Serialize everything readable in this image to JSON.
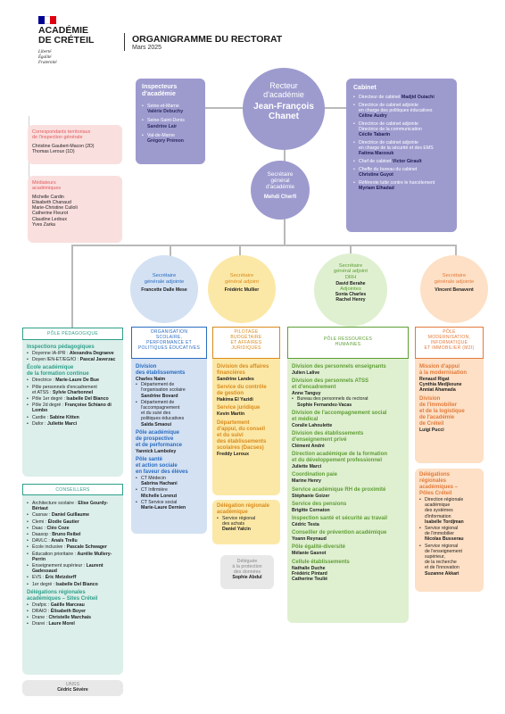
{
  "header": {
    "brand": "ACADÉMIE\nDE CRÉTEIL",
    "motto": "Liberté\nÉgalité\nFraternité",
    "title": "ORGANIGRAMME DU RECTORAT",
    "date": "Mars 2025"
  },
  "colors": {
    "purple": "#9d9bce",
    "blue": "#d3e1f3",
    "yellow": "#fce8a6",
    "green": "#dff0d0",
    "orange": "#fde0c5",
    "pink": "#fadfdf",
    "teal": "#dcefea"
  },
  "recteur": {
    "role": "Recteur\nd'académie",
    "name": "Jean-François\nChanet"
  },
  "sg": {
    "role": "Secrétaire\ngénéral\nd'académie",
    "name": "Mehdi Cherfi"
  },
  "inspecteurs": {
    "title": "Inspecteurs\nd'académie",
    "items": [
      {
        "l": "Seine-et-Marne",
        "n": "Valérie Debuchy"
      },
      {
        "l": "Seine-Saint-Denis",
        "n": "Sandrine Lair"
      },
      {
        "l": "Val-de-Marne",
        "n": "Grégory Prémon"
      }
    ]
  },
  "cabinet": {
    "title": "Cabinet",
    "items": [
      "Directeur de cabinet  |Madjid Ouiachi",
      "Directrice de cabinet adjointe\nen charge des politiques éducatives\n|Céline Audry",
      "Directrice de cabinet adjointe\nDirectrice de la communication\n|Cécile Tabarin",
      "Directrice de cabinet adjointe\nen charge de la sécurité et des EMS\n|Fatima Marzouk",
      "Chef de cabinet  |Victor Girault",
      "Cheffe du bureau du cabinet\n|Christine Guyot",
      "Référente lutte contre le harcèlement\n|Myriam Elhadad"
    ]
  },
  "correspondants": {
    "title": "Correspondants territoriaux\nde l'inspection générale",
    "lines": [
      "Christine Gaubert-Macon (2D)",
      "Thomas Leroux (1D)"
    ]
  },
  "mediateurs": {
    "title": "Médiateurs\nacadémiques",
    "lines": [
      "Michelle Cardin",
      "Elisabeth Chanaud",
      "Marie-Christine Culioli",
      "Catherine Fleurot",
      "Claudine Ledoux",
      "Yves Zarka"
    ]
  },
  "sga": [
    {
      "role": "Secrétaire\ngénérale adjointe",
      "name": "Francette Dalle Mese"
    },
    {
      "role": "Secrétaire\ngénéral adjoint",
      "name": "Frédéric Mullier"
    },
    {
      "role": "Secrétaire\ngénéral adjoint\nDRH",
      "name": "David Berahe",
      "role2": "Adjointes",
      "name2": "Sonia Charles\nRachel Henry"
    },
    {
      "role": "Secrétaire\ngénérale adjointe",
      "name": "Vincent Benavent"
    }
  ],
  "poles": {
    "peda": "PÔLE PÉDAGOGIQUE",
    "orga": "ORGANISATION\nSCOLAIRE,\nPERFORMANCE ET\nPOLITIQUES ÉDUCATIVES",
    "pilot": "PILOTAGE\nBUDGÉTAIRE\nET AFFAIRES\nJURIDIQUES",
    "rh": "PÔLE RESSOURCES\nHUMAINES",
    "modern": "PÔLE\nMODERNISATION,\nINFORMATIQUE\nET IMMOBILIER (M2I)",
    "conseillers": "CONSEILLERS"
  },
  "peda_content": {
    "h1": "Inspections pédagogiques",
    "l1": [
      "Doyenne IA-IPR :\nAlexandra Degraeve",
      "Doyen IEN-ET/EG/IO :\nPascal Javerzac"
    ],
    "h2": "École académique\nde la formation continue",
    "l2": [
      "Directrice : Marie-Laure De Bue",
      "Pôle personnels d'encadrement\net ATSS : Sylvie Charbonnel",
      "Pôle 1er degré : Isabelle Del Bianco",
      "Pôle 2d degré :\nFrançoise Schiano di Lombo",
      "Cardie : Sabine Kitten",
      "Dafor : Juliette Marci"
    ]
  },
  "conseillers_content": {
    "l": [
      "Architecture scolaire :\nElise Gourdy-Bériaut",
      "Casnav : Daniel Guillaume",
      "Clemi : Élodie Gautier",
      "Daac : Cléo Coze",
      "Daasop : Bruno Reibel",
      "DAVLC : Anaïs Trellu",
      "École inclusive : Pascale Schwager",
      "Éducation prioritaire :\nAurélie Mullery-Perrin",
      "Enseignement supérieur :\nLaurent Gadessaud",
      "EVS : Éric Metzdorff",
      "1er degré : Isabelle Del Bianco"
    ],
    "h": "Délégations régionales\nacadémiques – Sites Créteil",
    "l2": [
      "Drafpic : Gaëlle Marceau",
      "DRAIO : Élisabeth Boyer",
      "Drane : Christelle Marchais",
      "Drarei : Laure Morel"
    ]
  },
  "unss": {
    "t": "UNSS",
    "n": "Cédric Sévère"
  },
  "orga_content": [
    {
      "h": "Division\ndes établissements",
      "n": "Charles Naim",
      "l": [
        "Département de\nl'organisation scolaire\nSandrine Bovard",
        "Département de\nl'accompagnement\net du suivi des\npolitiques éducatives\nSaïda Smaoui"
      ]
    },
    {
      "h": "Pôle académique\nde prospective\net de performance",
      "n": "Yannick Lamboley"
    },
    {
      "h": "Pôle santé\net action sociale\nen faveur des élèves",
      "l": [
        "CT Médecin\nSabrina Hachani",
        "CT Infirmière\nMichelle Lorenzi",
        "CT Service social\nMarie-Laure Dernien"
      ]
    }
  ],
  "pilot_content": [
    {
      "h": "Division des affaires\nfinancières",
      "n": "Sandrine Landes"
    },
    {
      "h": "Service du contrôle\nde gestion",
      "n": "Hakima El Yazidi"
    },
    {
      "h": "Service juridique",
      "n": "Kevin Martin"
    },
    {
      "h": "Département\nd'appui, du conseil\net du suivi\ndes établissements\nscolaires (Dacses)",
      "n": "Freddy Leroux"
    }
  ],
  "pilot_deleg": {
    "h": "Délégation régionale\nacadémique",
    "l": [
      "Service régional\ndes achats\nDaniel Yalcin"
    ]
  },
  "protection": {
    "t": "Déléguée\nà la protection\ndes données",
    "n": "Sophie Abdul"
  },
  "rh_content": [
    {
      "h": "Division des personnels enseignants",
      "n": "Julien Lalive"
    },
    {
      "h": "Division des personnels ATSS\net d'encadrement",
      "n": "Anne Tanguy",
      "l": [
        "Bureau des personnels du rectorat\nSophie Fernandez-Vacas"
      ]
    },
    {
      "h": "Division de l'accompagnement social\net médical",
      "n": "Coralie Lahoulette"
    },
    {
      "h": "Division des établissements\nd'enseignement privé",
      "n": "Clément André"
    },
    {
      "h": "Direction académique de la formation\net du développement professionnel",
      "n": "Juliette Marci"
    },
    {
      "h": "Coordination paie",
      "n": "Marine Henry"
    },
    {
      "h": "Service académique RH de proximité",
      "n": "Stéphanie Goizer"
    },
    {
      "h": "Service des pensions",
      "n": "Brigitte Cornaton"
    },
    {
      "h": "Inspection santé et sécurité au travail",
      "n": "Cédric Testa"
    },
    {
      "h": "Conseiller de prévention académique",
      "n": "Yoann Reynaud"
    },
    {
      "h": "Pôle égalité-diversité",
      "n": "Mélanie Gasnot"
    },
    {
      "h": "Cellule établissements",
      "n": "Nathalie Duche\nFrédéric Pintard\nCatherine Teulié"
    }
  ],
  "modern_content": [
    {
      "h": "Mission d'appui\nà la modernisation",
      "n": "Renaud Rigat\nCynthia Medjkoune\nAnniat Ahamada"
    },
    {
      "h": "Division\nde l'immobilier\net de la logistique\nde l'académie\nde Créteil",
      "n": "Luigi Pucci"
    }
  ],
  "modern_deleg": {
    "h": "Délégations\nrégionales\nacadémiques –\nPôles Créteil",
    "l": [
      "Direction régionale\nacadémique\ndes systèmes\nd'information\nIsabelle Tordjman",
      "Service régional\nde l'immobilier\nNicolas Busserau",
      "Service régional\nde l'enseignement\nsupérieur,\nde la recherche\net de l'innovation\nSuzanne Akkari"
    ]
  }
}
